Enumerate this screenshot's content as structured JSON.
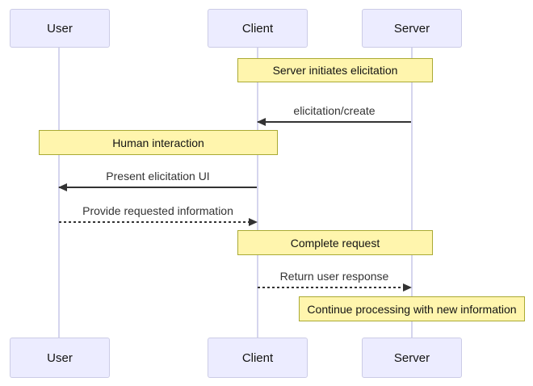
{
  "diagram": {
    "type": "sequence-diagram",
    "actors": [
      {
        "id": "user",
        "label": "User"
      },
      {
        "id": "client",
        "label": "Client"
      },
      {
        "id": "server",
        "label": "Server"
      }
    ],
    "notes": [
      {
        "text": "Server initiates elicitation",
        "over": [
          "Client",
          "Server"
        ]
      },
      {
        "text": "Human interaction",
        "over": [
          "User",
          "Client"
        ]
      },
      {
        "text": "Complete request",
        "over": [
          "Client",
          "Server"
        ]
      },
      {
        "text": "Continue processing with new information",
        "over": [
          "Server"
        ]
      }
    ],
    "messages": [
      {
        "text": "elicitation/create",
        "from": "Server",
        "to": "Client",
        "style": "solid"
      },
      {
        "text": "Present elicitation UI",
        "from": "Client",
        "to": "User",
        "style": "solid"
      },
      {
        "text": "Provide requested information",
        "from": "User",
        "to": "Client",
        "style": "dashed"
      },
      {
        "text": "Return user response",
        "from": "Client",
        "to": "Server",
        "style": "dashed"
      }
    ],
    "colors": {
      "actor_fill": "#ECECFF",
      "actor_border": "#CCCCE6",
      "note_fill": "#FFF5AD",
      "note_border": "#AAAA33",
      "lifeline": "#D5D5EE",
      "message": "#333333"
    }
  }
}
